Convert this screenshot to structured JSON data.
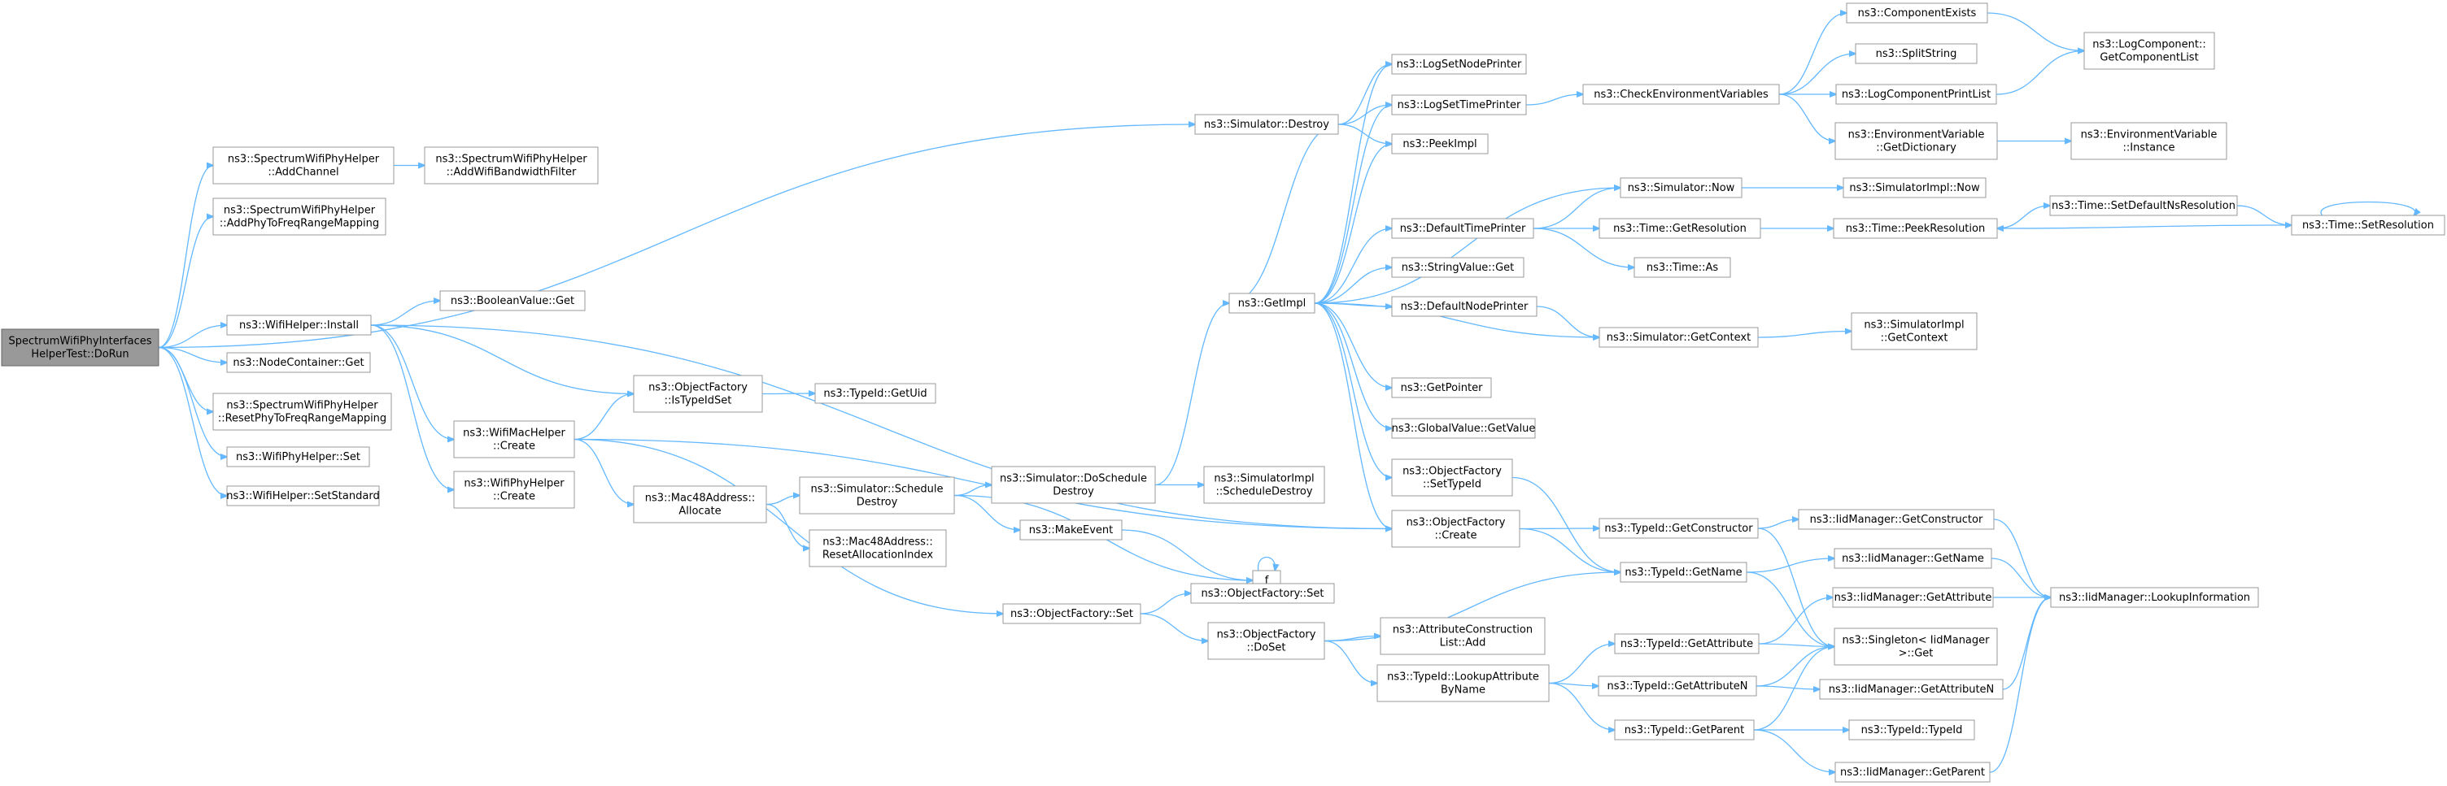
{
  "graph": {
    "root": "n_root",
    "nodes": [
      {
        "id": "n_root",
        "lines": [
          "SpectrumWifiPhyInterfaces",
          "HelperTest::DoRun"
        ]
      },
      {
        "id": "n_addch",
        "lines": [
          "ns3::SpectrumWifiPhyHelper",
          "::AddChannel"
        ]
      },
      {
        "id": "n_addbw",
        "lines": [
          "ns3::SpectrumWifiPhyHelper",
          "::AddWifiBandwidthFilter"
        ]
      },
      {
        "id": "n_addfreq",
        "lines": [
          "ns3::SpectrumWifiPhyHelper",
          "::AddPhyToFreqRangeMapping"
        ]
      },
      {
        "id": "n_install",
        "lines": [
          "ns3::WifiHelper::Install"
        ]
      },
      {
        "id": "n_boolget",
        "lines": [
          "ns3::BooleanValue::Get"
        ]
      },
      {
        "id": "n_ncget",
        "lines": [
          "ns3::NodeContainer::Get"
        ]
      },
      {
        "id": "n_resetfreq",
        "lines": [
          "ns3::SpectrumWifiPhyHelper",
          "::ResetPhyToFreqRangeMapping"
        ]
      },
      {
        "id": "n_physet",
        "lines": [
          "ns3::WifiPhyHelper::Set"
        ]
      },
      {
        "id": "n_setstd",
        "lines": [
          "ns3::WifiHelper::SetStandard"
        ]
      },
      {
        "id": "n_istypeid",
        "lines": [
          "ns3::ObjectFactory",
          "::IsTypeIdSet"
        ]
      },
      {
        "id": "n_getuid",
        "lines": [
          "ns3::TypeId::GetUid"
        ]
      },
      {
        "id": "n_maccreate",
        "lines": [
          "ns3::WifiMacHelper",
          "::Create"
        ]
      },
      {
        "id": "n_phycreate",
        "lines": [
          "ns3::WifiPhyHelper",
          "::Create"
        ]
      },
      {
        "id": "n_alloc",
        "lines": [
          "ns3::Mac48Address::",
          "Allocate"
        ]
      },
      {
        "id": "n_resetalloc",
        "lines": [
          "ns3::Mac48Address::",
          "ResetAllocationIndex"
        ]
      },
      {
        "id": "n_schedd",
        "lines": [
          "ns3::Simulator::Schedule",
          "Destroy"
        ]
      },
      {
        "id": "n_doschedd",
        "lines": [
          "ns3::Simulator::DoSchedule",
          "Destroy"
        ]
      },
      {
        "id": "n_implschedd",
        "lines": [
          "ns3::SimulatorImpl",
          "::ScheduleDestroy"
        ]
      },
      {
        "id": "n_makeevent",
        "lines": [
          "ns3::MakeEvent"
        ]
      },
      {
        "id": "n_f",
        "lines": [
          "f"
        ]
      },
      {
        "id": "n_ofset",
        "lines": [
          "ns3::ObjectFactory::Set"
        ]
      },
      {
        "id": "n_ofset2",
        "lines": [
          "ns3::ObjectFactory::Set"
        ]
      },
      {
        "id": "n_ofdoset",
        "lines": [
          "ns3::ObjectFactory",
          "::DoSet"
        ]
      },
      {
        "id": "n_simdestroy",
        "lines": [
          "ns3::Simulator::Destroy"
        ]
      },
      {
        "id": "n_getimpl",
        "lines": [
          "ns3::GetImpl"
        ]
      },
      {
        "id": "n_lognode",
        "lines": [
          "ns3::LogSetNodePrinter"
        ]
      },
      {
        "id": "n_logtime",
        "lines": [
          "ns3::LogSetTimePrinter"
        ]
      },
      {
        "id": "n_peekimpl",
        "lines": [
          "ns3::PeekImpl"
        ]
      },
      {
        "id": "n_defaulttime",
        "lines": [
          "ns3::DefaultTimePrinter"
        ]
      },
      {
        "id": "n_strget",
        "lines": [
          "ns3::StringValue::Get"
        ]
      },
      {
        "id": "n_defaultnode",
        "lines": [
          "ns3::DefaultNodePrinter"
        ]
      },
      {
        "id": "n_getpointer",
        "lines": [
          "ns3::GetPointer"
        ]
      },
      {
        "id": "n_gvget",
        "lines": [
          "ns3::GlobalValue::GetValue"
        ]
      },
      {
        "id": "n_ofsettypeid",
        "lines": [
          "ns3::ObjectFactory",
          "::SetTypeId"
        ]
      },
      {
        "id": "n_ofcreate",
        "lines": [
          "ns3::ObjectFactory",
          "::Create"
        ]
      },
      {
        "id": "n_attradd",
        "lines": [
          "ns3::AttributeConstruction",
          "List::Add"
        ]
      },
      {
        "id": "n_lookupattr",
        "lines": [
          "ns3::TypeId::LookupAttribute",
          "ByName"
        ]
      },
      {
        "id": "n_checkenv",
        "lines": [
          "ns3::CheckEnvironmentVariables"
        ]
      },
      {
        "id": "n_simnow",
        "lines": [
          "ns3::Simulator::Now"
        ]
      },
      {
        "id": "n_getres",
        "lines": [
          "ns3::Time::GetResolution"
        ]
      },
      {
        "id": "n_timeas",
        "lines": [
          "ns3::Time::As"
        ]
      },
      {
        "id": "n_simgetctx",
        "lines": [
          "ns3::Simulator::GetContext"
        ]
      },
      {
        "id": "n_tidgetctor",
        "lines": [
          "ns3::TypeId::GetConstructor"
        ]
      },
      {
        "id": "n_tidgetname",
        "lines": [
          "ns3::TypeId::GetName"
        ]
      },
      {
        "id": "n_tidgetattr",
        "lines": [
          "ns3::TypeId::GetAttribute"
        ]
      },
      {
        "id": "n_tidgetattrn",
        "lines": [
          "ns3::TypeId::GetAttributeN"
        ]
      },
      {
        "id": "n_tidgetparent",
        "lines": [
          "ns3::TypeId::GetParent"
        ]
      },
      {
        "id": "n_compexists",
        "lines": [
          "ns3::ComponentExists"
        ]
      },
      {
        "id": "n_splitstr",
        "lines": [
          "ns3::SplitString"
        ]
      },
      {
        "id": "n_logcompprint",
        "lines": [
          "ns3::LogComponentPrintList"
        ]
      },
      {
        "id": "n_envdict",
        "lines": [
          "ns3::EnvironmentVariable",
          "::GetDictionary"
        ]
      },
      {
        "id": "n_implnow",
        "lines": [
          "ns3::SimulatorImpl::Now"
        ]
      },
      {
        "id": "n_peekres",
        "lines": [
          "ns3::Time::PeekResolution"
        ]
      },
      {
        "id": "n_implctx",
        "lines": [
          "ns3::SimulatorImpl",
          "::GetContext"
        ]
      },
      {
        "id": "n_iidgetctor",
        "lines": [
          "ns3::IidManager::GetConstructor"
        ]
      },
      {
        "id": "n_iidgetname",
        "lines": [
          "ns3::IidManager::GetName"
        ]
      },
      {
        "id": "n_iidgetattr",
        "lines": [
          "ns3::IidManager::GetAttribute"
        ]
      },
      {
        "id": "n_singleton",
        "lines": [
          "ns3::Singleton< IidManager",
          " >::Get"
        ]
      },
      {
        "id": "n_iidgetattrn",
        "lines": [
          "ns3::IidManager::GetAttributeN"
        ]
      },
      {
        "id": "n_tidtypeid",
        "lines": [
          "ns3::TypeId::TypeId"
        ]
      },
      {
        "id": "n_iidgetparent",
        "lines": [
          "ns3::IidManager::GetParent"
        ]
      },
      {
        "id": "n_setdefres",
        "lines": [
          "ns3::Time::SetDefaultNsResolution"
        ]
      },
      {
        "id": "n_logcompget",
        "lines": [
          "ns3::LogComponent::",
          "GetComponentList"
        ]
      },
      {
        "id": "n_envinst",
        "lines": [
          "ns3::EnvironmentVariable",
          "::Instance"
        ]
      },
      {
        "id": "n_iidlookup",
        "lines": [
          "ns3::IidManager::LookupInformation"
        ]
      },
      {
        "id": "n_setres",
        "lines": [
          "ns3::Time::SetResolution"
        ]
      }
    ],
    "edges": [
      [
        "n_root",
        "n_addch"
      ],
      [
        "n_root",
        "n_addfreq"
      ],
      [
        "n_root",
        "n_install"
      ],
      [
        "n_root",
        "n_ncget"
      ],
      [
        "n_root",
        "n_resetfreq"
      ],
      [
        "n_root",
        "n_physet"
      ],
      [
        "n_root",
        "n_setstd"
      ],
      [
        "n_root",
        "n_simdestroy"
      ],
      [
        "n_addch",
        "n_addbw"
      ],
      [
        "n_install",
        "n_boolget"
      ],
      [
        "n_install",
        "n_istypeid"
      ],
      [
        "n_install",
        "n_maccreate"
      ],
      [
        "n_install",
        "n_phycreate"
      ],
      [
        "n_install",
        "n_ofcreate"
      ],
      [
        "n_istypeid",
        "n_getuid"
      ],
      [
        "n_maccreate",
        "n_istypeid"
      ],
      [
        "n_maccreate",
        "n_alloc"
      ],
      [
        "n_maccreate",
        "n_ofset"
      ],
      [
        "n_maccreate",
        "n_ofcreate"
      ],
      [
        "n_alloc",
        "n_schedd"
      ],
      [
        "n_alloc",
        "n_resetalloc"
      ],
      [
        "n_schedd",
        "n_doschedd"
      ],
      [
        "n_schedd",
        "n_makeevent"
      ],
      [
        "n_schedd",
        "n_f"
      ],
      [
        "n_doschedd",
        "n_getimpl"
      ],
      [
        "n_doschedd",
        "n_implschedd"
      ],
      [
        "n_makeevent",
        "n_f"
      ],
      [
        "n_f",
        "n_f"
      ],
      [
        "n_ofset",
        "n_ofset2"
      ],
      [
        "n_ofset",
        "n_ofdoset"
      ],
      [
        "n_ofdoset",
        "n_tidgetname"
      ],
      [
        "n_ofdoset",
        "n_attradd"
      ],
      [
        "n_ofdoset",
        "n_lookupattr"
      ],
      [
        "n_simdestroy",
        "n_lognode"
      ],
      [
        "n_simdestroy",
        "n_logtime"
      ],
      [
        "n_simdestroy",
        "n_peekimpl"
      ],
      [
        "n_simdestroy",
        "n_getimpl"
      ],
      [
        "n_getimpl",
        "n_lognode"
      ],
      [
        "n_getimpl",
        "n_logtime"
      ],
      [
        "n_getimpl",
        "n_peekimpl"
      ],
      [
        "n_getimpl",
        "n_simnow"
      ],
      [
        "n_getimpl",
        "n_defaulttime"
      ],
      [
        "n_getimpl",
        "n_strget"
      ],
      [
        "n_getimpl",
        "n_defaultnode"
      ],
      [
        "n_getimpl",
        "n_simgetctx"
      ],
      [
        "n_getimpl",
        "n_getpointer"
      ],
      [
        "n_getimpl",
        "n_gvget"
      ],
      [
        "n_getimpl",
        "n_ofsettypeid"
      ],
      [
        "n_getimpl",
        "n_ofcreate"
      ],
      [
        "n_logtime",
        "n_checkenv"
      ],
      [
        "n_checkenv",
        "n_compexists"
      ],
      [
        "n_checkenv",
        "n_splitstr"
      ],
      [
        "n_checkenv",
        "n_logcompprint"
      ],
      [
        "n_checkenv",
        "n_envdict"
      ],
      [
        "n_compexists",
        "n_logcompget"
      ],
      [
        "n_logcompprint",
        "n_logcompget"
      ],
      [
        "n_envdict",
        "n_envinst"
      ],
      [
        "n_defaulttime",
        "n_simnow"
      ],
      [
        "n_defaulttime",
        "n_getres"
      ],
      [
        "n_defaulttime",
        "n_timeas"
      ],
      [
        "n_simnow",
        "n_implnow"
      ],
      [
        "n_getres",
        "n_peekres"
      ],
      [
        "n_peekres",
        "n_setdefres"
      ],
      [
        "n_setdefres",
        "n_setres"
      ],
      [
        "n_setres",
        "n_peekres"
      ],
      [
        "n_setres",
        "n_setres"
      ],
      [
        "n_defaultnode",
        "n_simgetctx"
      ],
      [
        "n_simgetctx",
        "n_implctx"
      ],
      [
        "n_ofsettypeid",
        "n_tidgetname"
      ],
      [
        "n_ofcreate",
        "n_tidgetctor"
      ],
      [
        "n_ofcreate",
        "n_tidgetname"
      ],
      [
        "n_tidgetctor",
        "n_iidgetctor"
      ],
      [
        "n_tidgetctor",
        "n_singleton"
      ],
      [
        "n_tidgetname",
        "n_iidgetname"
      ],
      [
        "n_tidgetname",
        "n_singleton"
      ],
      [
        "n_lookupattr",
        "n_tidgetattr"
      ],
      [
        "n_lookupattr",
        "n_tidgetattrn"
      ],
      [
        "n_lookupattr",
        "n_tidgetparent"
      ],
      [
        "n_tidgetattr",
        "n_iidgetattr"
      ],
      [
        "n_tidgetattr",
        "n_singleton"
      ],
      [
        "n_tidgetattrn",
        "n_iidgetattrn"
      ],
      [
        "n_tidgetattrn",
        "n_singleton"
      ],
      [
        "n_tidgetparent",
        "n_singleton"
      ],
      [
        "n_tidgetparent",
        "n_tidtypeid"
      ],
      [
        "n_tidgetparent",
        "n_iidgetparent"
      ],
      [
        "n_iidgetctor",
        "n_iidlookup"
      ],
      [
        "n_iidgetname",
        "n_iidlookup"
      ],
      [
        "n_iidgetattr",
        "n_iidlookup"
      ],
      [
        "n_iidgetattrn",
        "n_iidlookup"
      ],
      [
        "n_iidgetparent",
        "n_iidlookup"
      ]
    ]
  }
}
